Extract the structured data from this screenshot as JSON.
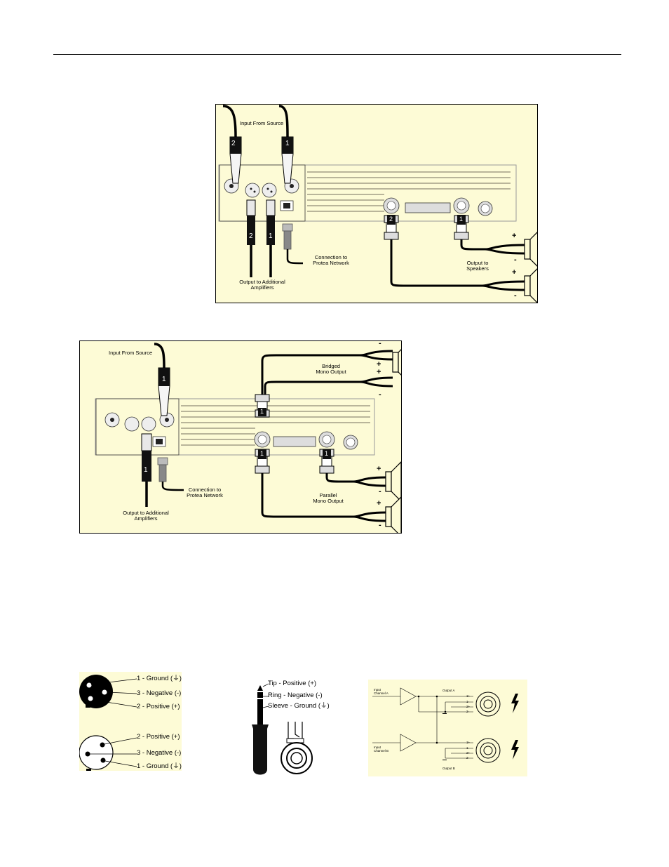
{
  "diagram1": {
    "input_label": "Input From Source",
    "connector_1": "1",
    "connector_2": "2",
    "output_amps_line1": "Output to Additional",
    "output_amps_line2": "Amplifiers",
    "network_line1": "Connection to",
    "network_line2": "Protea Network",
    "speakers_line1": "Output to",
    "speakers_line2": "Speakers",
    "plus": "+",
    "minus": "-"
  },
  "diagram2": {
    "input_label": "Input From Source",
    "connector_1": "1",
    "bridged_line1": "Bridged",
    "bridged_line2": "Mono Output",
    "parallel_line1": "Parallel",
    "parallel_line2": "Mono Output",
    "output_amps_line1": "Output to Additional",
    "output_amps_line2": "Amplifiers",
    "network_line1": "Connection to",
    "network_line2": "Protea Network",
    "plus": "+",
    "minus": "-"
  },
  "xlr_pinout": {
    "male": [
      "1 - Ground (⏚)",
      "3 - Negative (-)",
      "2 - Positive (+)"
    ],
    "female": [
      "2 - Positive (+)",
      "3 - Negative (-)",
      "1 - Ground (⏚)"
    ]
  },
  "trs_pinout": [
    "Tip - Positive (+)",
    "Ring - Negative (-)",
    "Sleeve - Ground (⏚)"
  ],
  "schematic": {
    "input_a": [
      "Input",
      "Channel A"
    ],
    "input_b": [
      "Input",
      "Channel B"
    ],
    "output_a": "Output A",
    "output_b": "Output B",
    "pins_a": [
      "1+",
      "1-",
      "2+",
      "2-"
    ],
    "pins_b": [
      "1+",
      "1-",
      "2+",
      "2-"
    ]
  },
  "colors": {
    "panel_bg": "#fdfbd6",
    "ink": "#000000"
  }
}
